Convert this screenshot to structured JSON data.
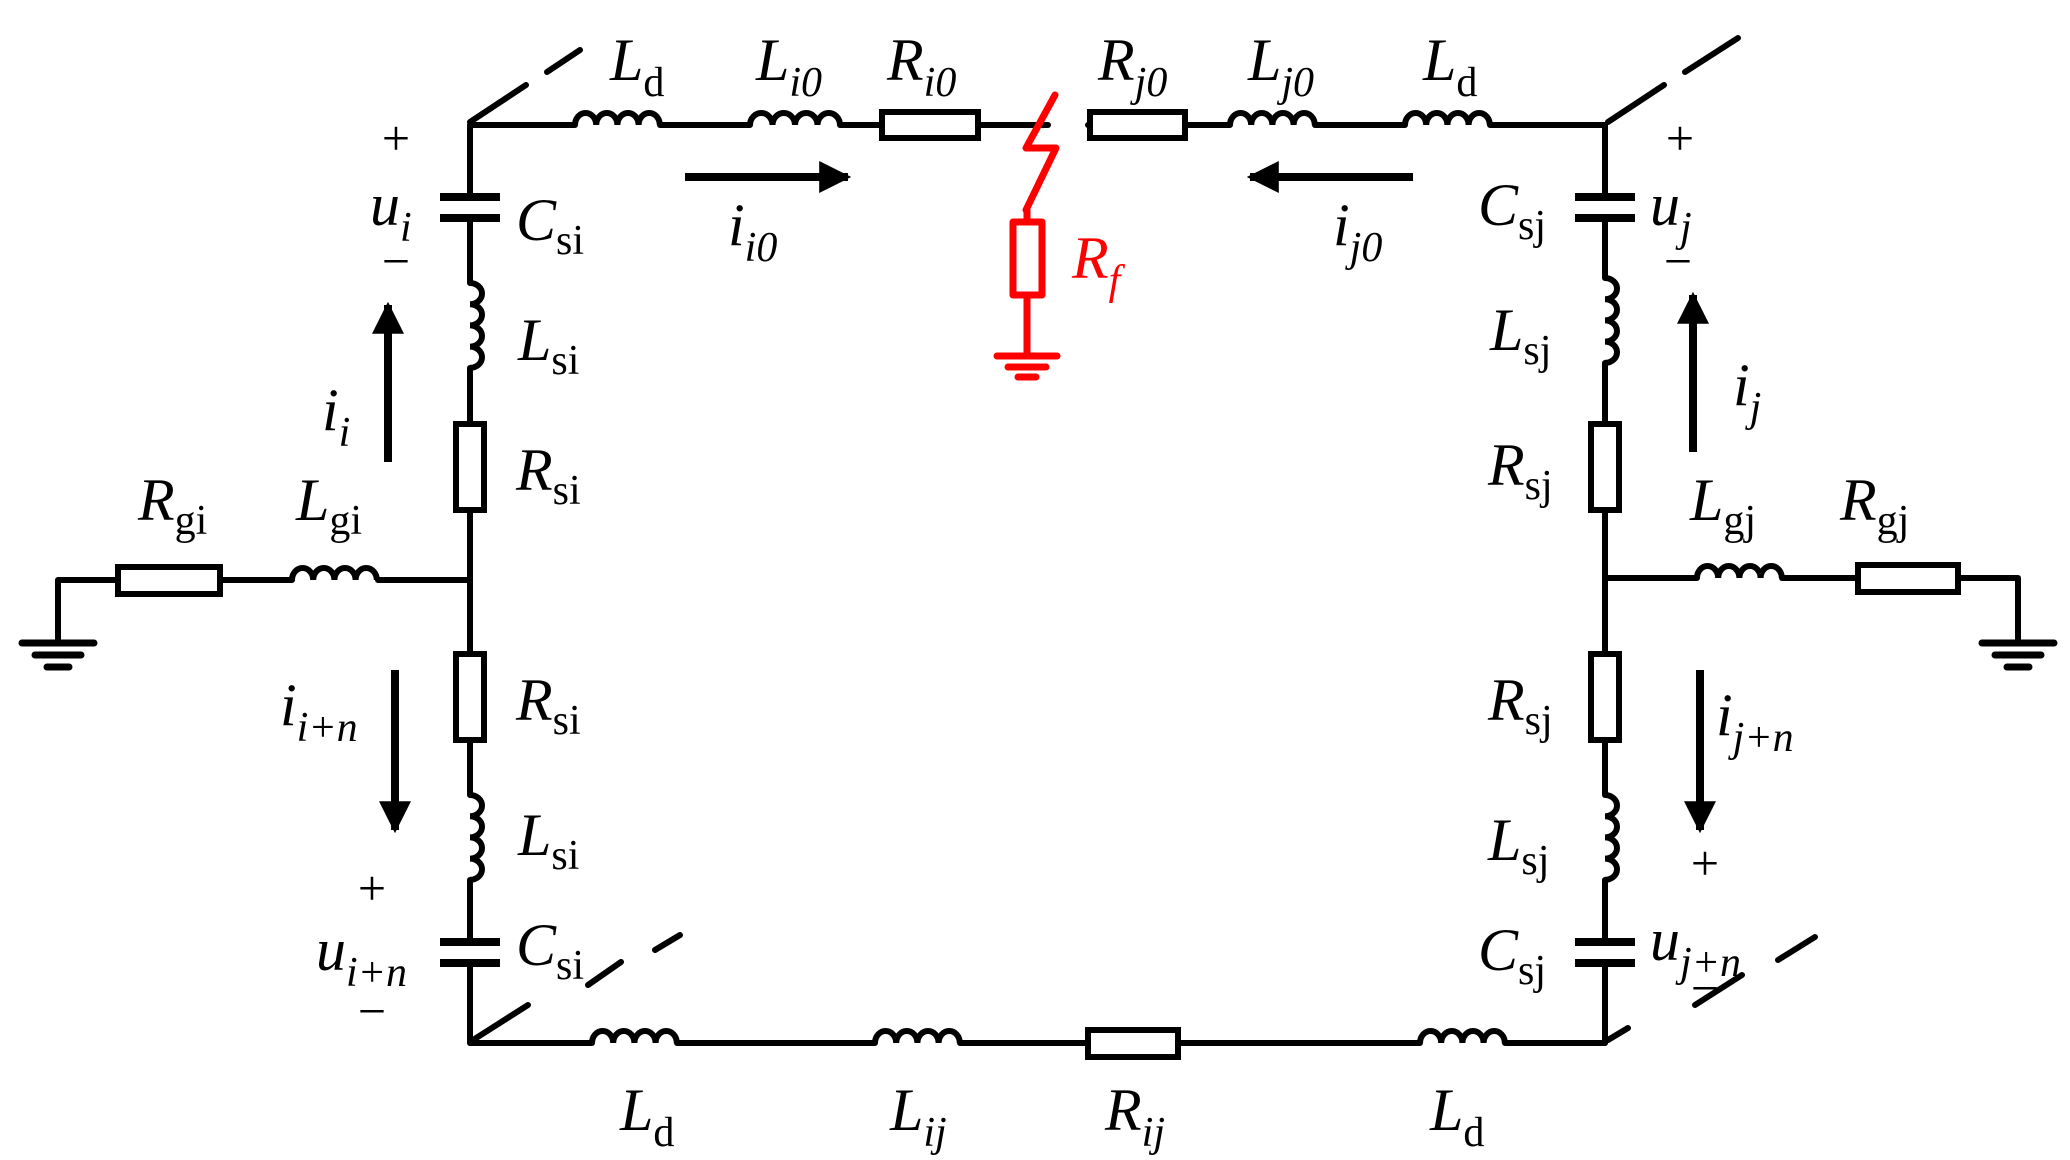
{
  "colors": {
    "wire": "#000000",
    "fault": "#ff0000",
    "background": "#ffffff"
  },
  "labels": {
    "Ld_top_left": {
      "base": "L",
      "sub": "d",
      "sub_italic": false
    },
    "Li0": {
      "base": "L",
      "sub": "i0",
      "sub_italic": true
    },
    "Ri0": {
      "base": "R",
      "sub": "i0",
      "sub_italic": true
    },
    "Rj0": {
      "base": "R",
      "sub": "j0",
      "sub_italic": true
    },
    "Lj0": {
      "base": "L",
      "sub": "j0",
      "sub_italic": true
    },
    "Ld_top_right": {
      "base": "L",
      "sub": "d",
      "sub_italic": false
    },
    "ii0": {
      "base": "i",
      "sub": "i0",
      "sub_italic": true
    },
    "ij0": {
      "base": "i",
      "sub": "j0",
      "sub_italic": true
    },
    "Rf": {
      "base": "R",
      "sub": "f",
      "sub_italic": true
    },
    "ui": {
      "base": "u",
      "sub": "i",
      "sub_italic": true
    },
    "Csi_top": {
      "base": "C",
      "sub": "si",
      "sub_italic": false
    },
    "Lsi_top": {
      "base": "L",
      "sub": "si",
      "sub_italic": false
    },
    "ii": {
      "base": "i",
      "sub": "i",
      "sub_italic": true
    },
    "Rsi_top": {
      "base": "R",
      "sub": "si",
      "sub_italic": false
    },
    "Rgi": {
      "base": "R",
      "sub": "gi",
      "sub_italic": false
    },
    "Lgi": {
      "base": "L",
      "sub": "gi",
      "sub_italic": false
    },
    "iin": {
      "base": "i",
      "sub": "i+n",
      "sub_italic": true
    },
    "Rsi_bot": {
      "base": "R",
      "sub": "si",
      "sub_italic": false
    },
    "Lsi_bot": {
      "base": "L",
      "sub": "si",
      "sub_italic": false
    },
    "uin": {
      "base": "u",
      "sub": "i+n",
      "sub_italic": true
    },
    "Csi_bot": {
      "base": "C",
      "sub": "si",
      "sub_italic": false
    },
    "Csj_top": {
      "base": "C",
      "sub": "sj",
      "sub_italic": false
    },
    "uj": {
      "base": "u",
      "sub": "j",
      "sub_italic": true
    },
    "Lsj_top": {
      "base": "L",
      "sub": "sj",
      "sub_italic": false
    },
    "ij": {
      "base": "i",
      "sub": "j",
      "sub_italic": true
    },
    "Rsj_top": {
      "base": "R",
      "sub": "sj",
      "sub_italic": false
    },
    "Lgj": {
      "base": "L",
      "sub": "gj",
      "sub_italic": false
    },
    "Rgj": {
      "base": "R",
      "sub": "gj",
      "sub_italic": false
    },
    "Rsj_bot": {
      "base": "R",
      "sub": "sj",
      "sub_italic": false
    },
    "ijn": {
      "base": "i",
      "sub": "j+n",
      "sub_italic": true
    },
    "Lsj_bot": {
      "base": "L",
      "sub": "sj",
      "sub_italic": false
    },
    "Csj_bot": {
      "base": "C",
      "sub": "sj",
      "sub_italic": false
    },
    "ujn": {
      "base": "u",
      "sub": "j+n",
      "sub_italic": true
    },
    "Ld_bot_left": {
      "base": "L",
      "sub": "d",
      "sub_italic": false
    },
    "Lij": {
      "base": "L",
      "sub": "ij",
      "sub_italic": true
    },
    "Rij": {
      "base": "R",
      "sub": "ij",
      "sub_italic": true
    },
    "Ld_bot_right": {
      "base": "L",
      "sub": "d",
      "sub_italic": false
    }
  },
  "signs": {
    "plus": "+",
    "minus": "−"
  }
}
